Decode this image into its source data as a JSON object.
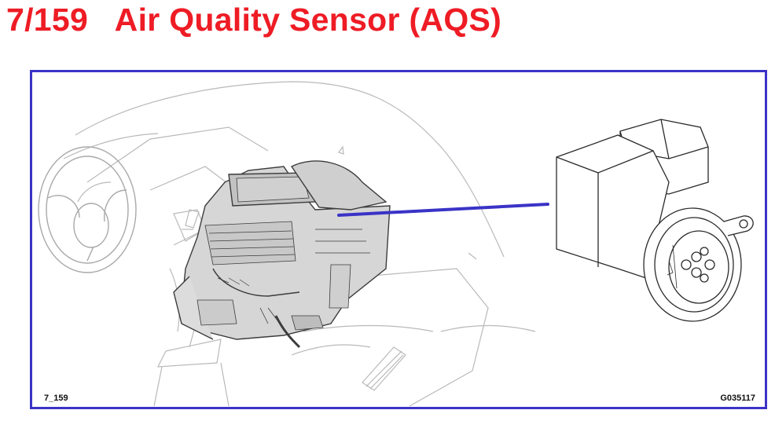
{
  "title": {
    "number": "7/159",
    "text": "Air Quality Sensor (AQS)",
    "color": "#ee1c25"
  },
  "figure": {
    "left_label": "7_159",
    "right_label": "G035117",
    "border_color": "#3a33c6",
    "leader_line_color": "#3a33c6",
    "parts": [
      "dashboard-outline",
      "steering-wheel",
      "hvac-unit",
      "air-quality-sensor"
    ]
  }
}
